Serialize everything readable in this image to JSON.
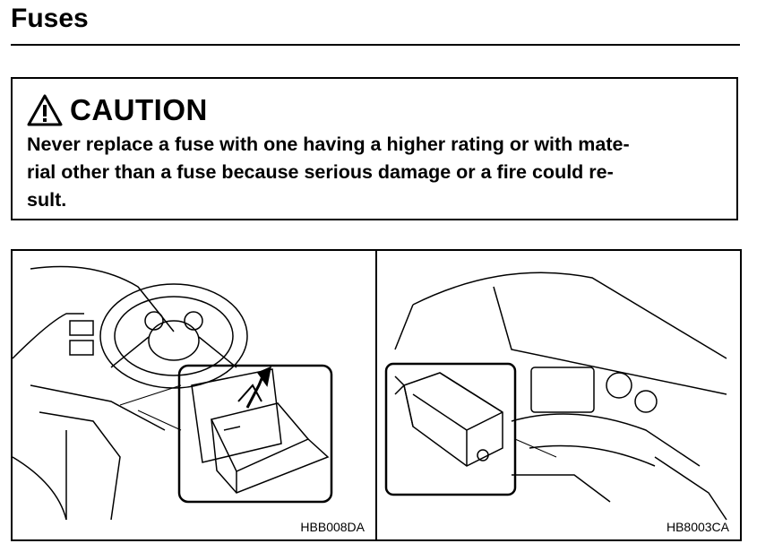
{
  "page": {
    "title": "Fuses"
  },
  "caution": {
    "label": "CAUTION",
    "icon": "warning-triangle-icon",
    "lines": [
      "Never replace a fuse with one having a higher rating or with mate-",
      "rial other than a fuse because serious damage or a fire could re-",
      "sult."
    ]
  },
  "figures": [
    {
      "code": "HBB008DA",
      "depicts": "interior-fuse-box"
    },
    {
      "code": "HB8003CA",
      "depicts": "engine-compartment-fuse-box"
    }
  ]
}
